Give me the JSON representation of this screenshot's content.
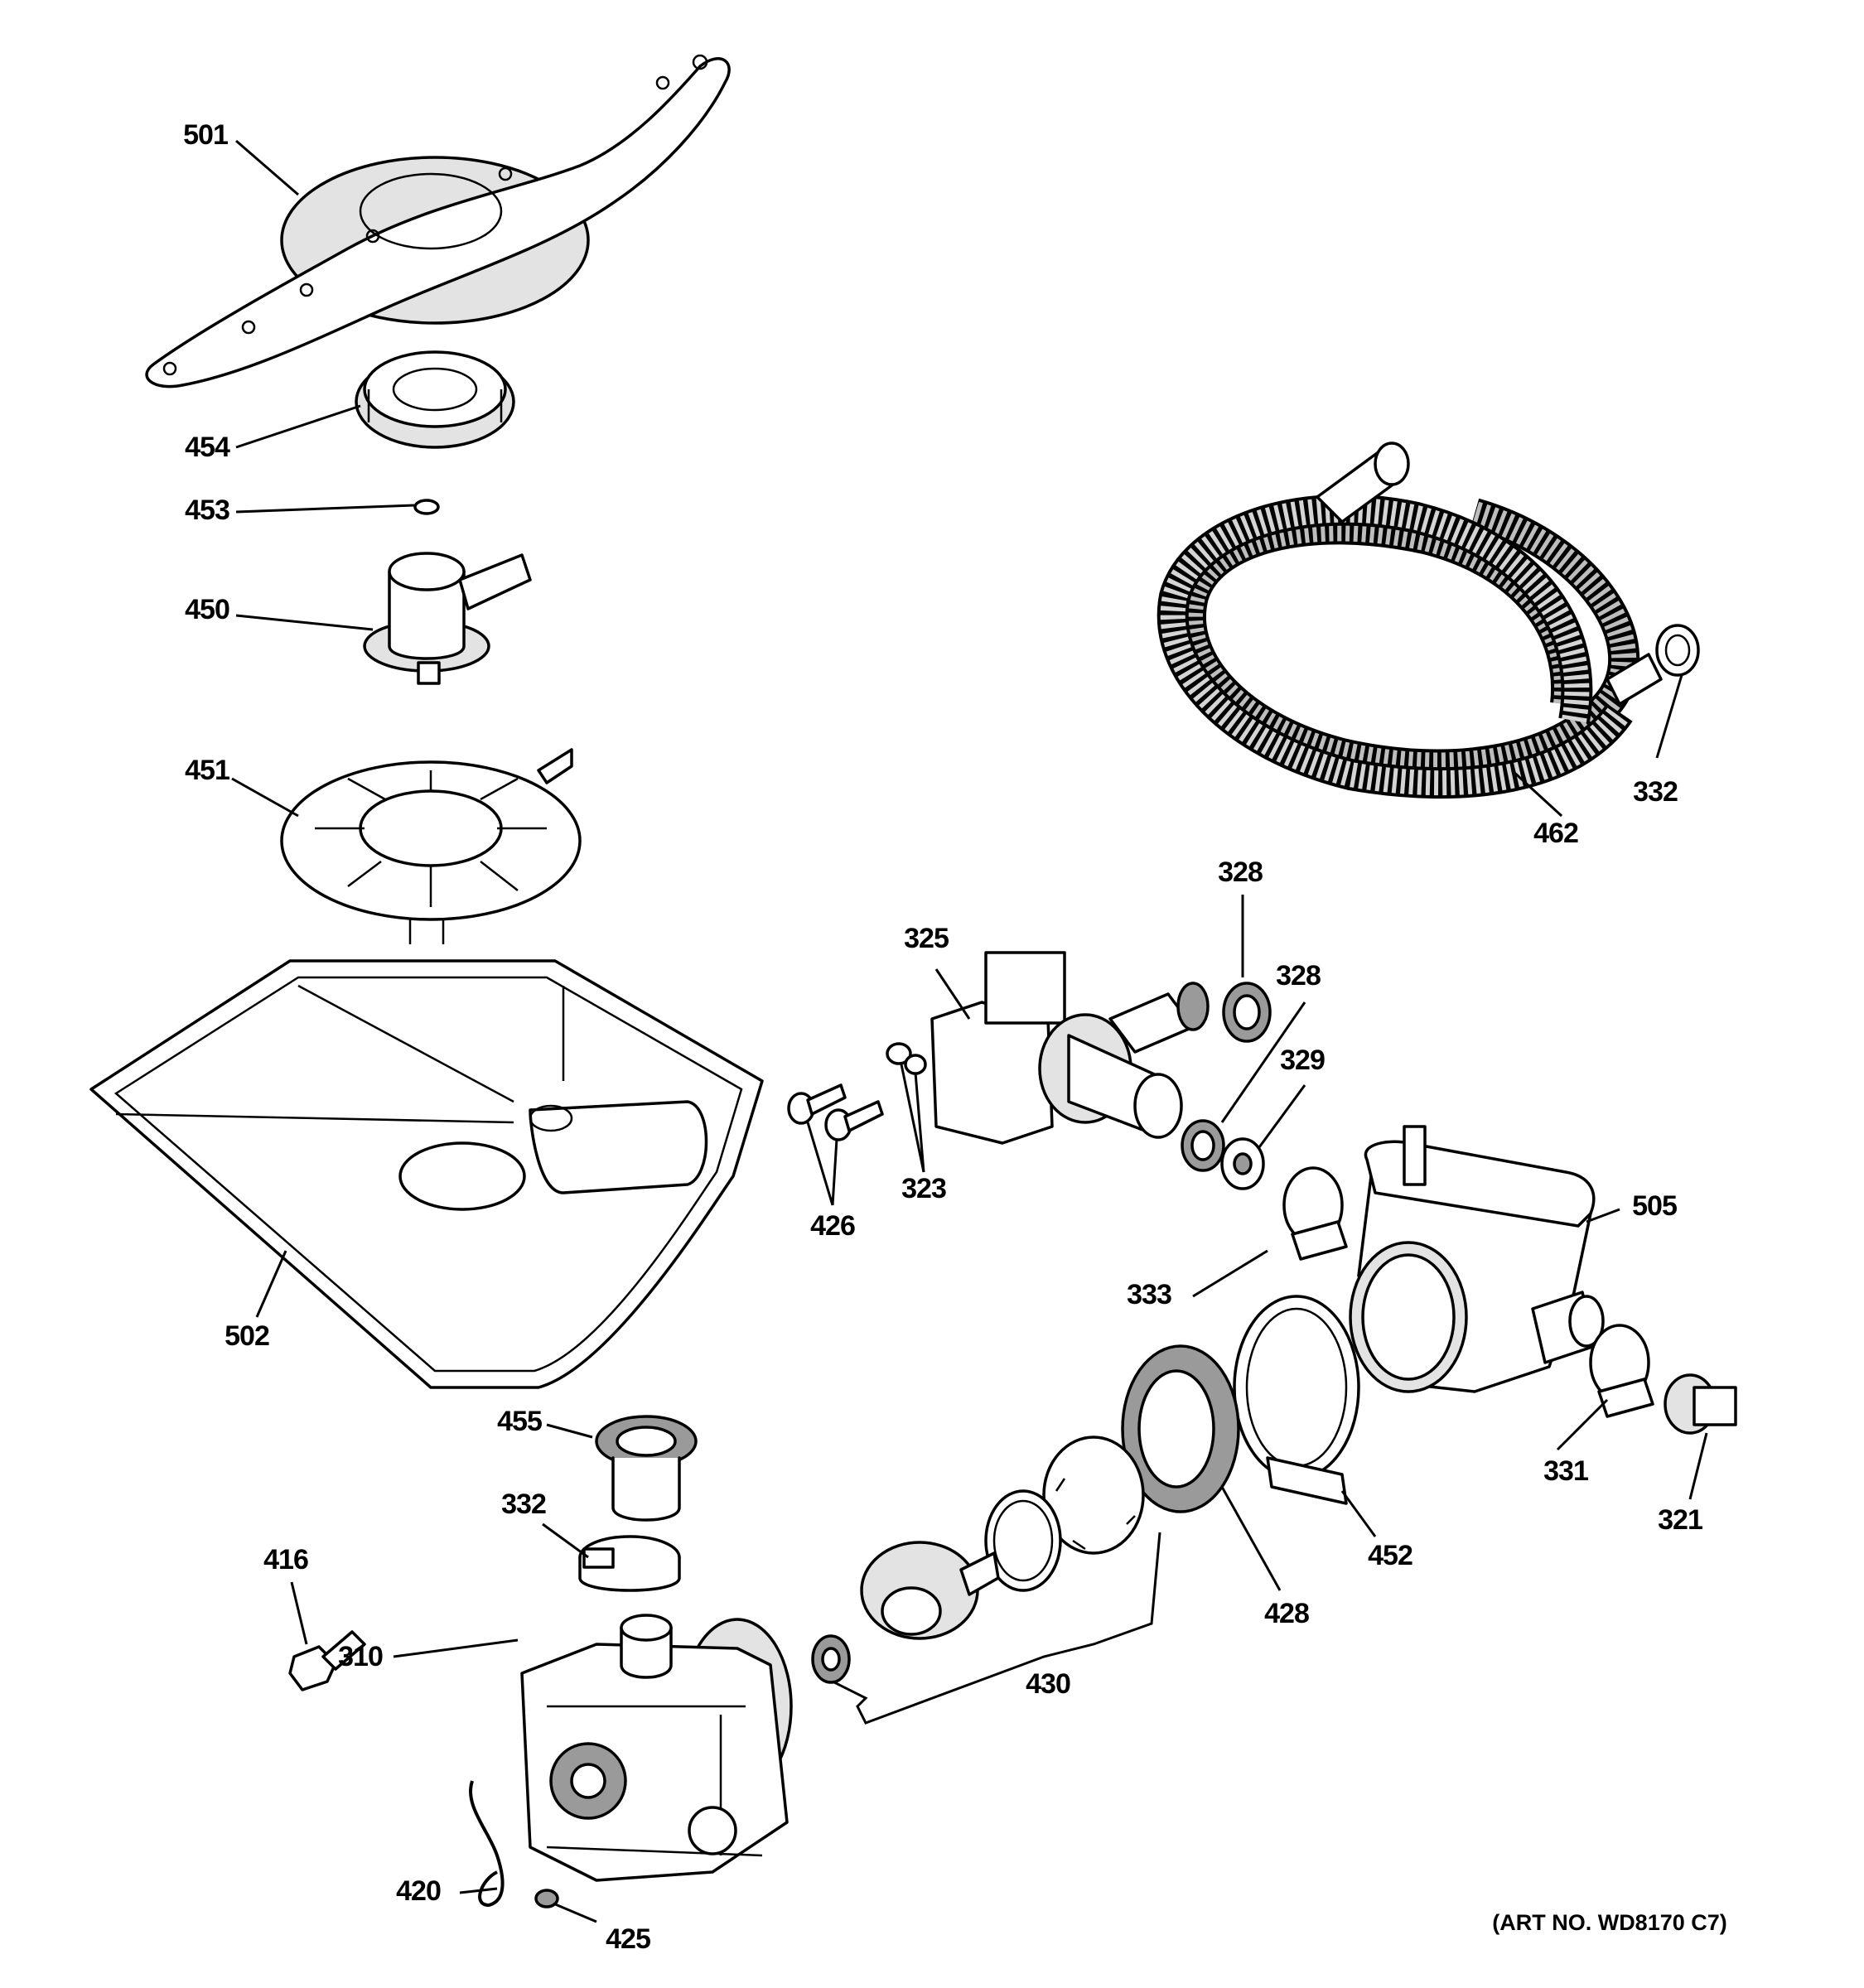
{
  "art_number": "(ART NO. WD8170 C7)",
  "parts": [
    {
      "label": "501"
    },
    {
      "label": "454"
    },
    {
      "label": "453"
    },
    {
      "label": "450"
    },
    {
      "label": "451"
    },
    {
      "label": "502"
    },
    {
      "label": "455"
    },
    {
      "label": "332"
    },
    {
      "label": "416"
    },
    {
      "label": "310"
    },
    {
      "label": "420"
    },
    {
      "label": "425"
    },
    {
      "label": "426"
    },
    {
      "label": "323"
    },
    {
      "label": "325"
    },
    {
      "label": "328"
    },
    {
      "label": "328"
    },
    {
      "label": "329"
    },
    {
      "label": "333"
    },
    {
      "label": "505"
    },
    {
      "label": "331"
    },
    {
      "label": "321"
    },
    {
      "label": "452"
    },
    {
      "label": "428"
    },
    {
      "label": "430"
    },
    {
      "label": "462"
    },
    {
      "label": "332"
    }
  ]
}
